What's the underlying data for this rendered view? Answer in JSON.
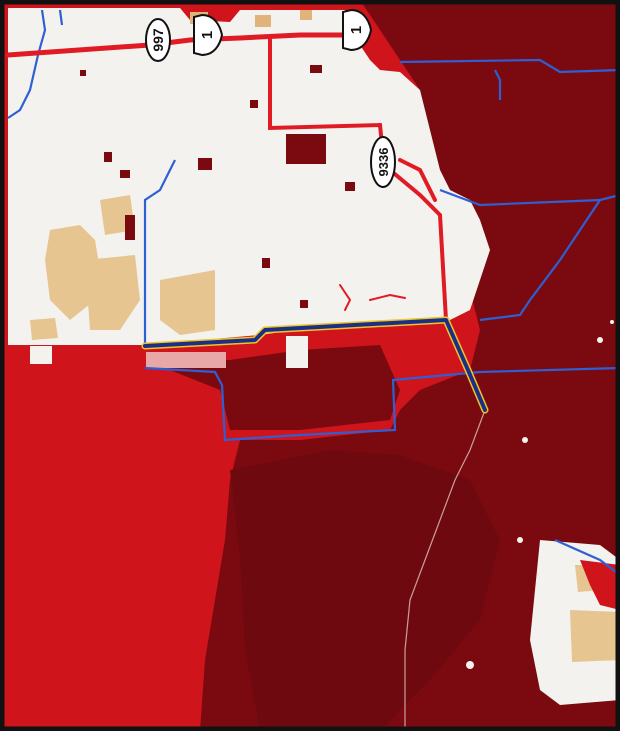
{
  "map": {
    "route_shields": [
      {
        "id": "997",
        "label": "997",
        "kind": "state-oval"
      },
      {
        "id": "us1-left",
        "label": "1",
        "kind": "us-shield"
      },
      {
        "id": "us1-right",
        "label": "1",
        "kind": "us-shield"
      },
      {
        "id": "9336",
        "label": "9336",
        "kind": "state-oval"
      }
    ],
    "colors": {
      "developed": "#f4f2ee",
      "wetland_bright": "#d0141c",
      "wetland_dark": "#7a0a10",
      "agriculture": "#e6c590",
      "water_line": "#2f5fd4",
      "road": "#e01b24",
      "highlight_route": "#1c2e86",
      "highlight_route_edge": "#e9c62a",
      "frame": "#111111"
    }
  }
}
